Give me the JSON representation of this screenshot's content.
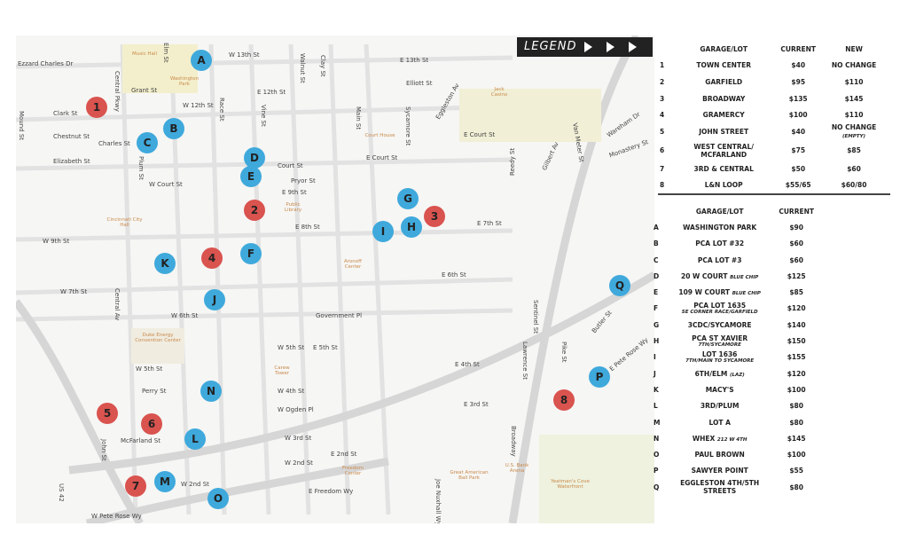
{
  "legend": {
    "title": "LEGEND"
  },
  "numbered_table": {
    "headers": [
      "GARAGE/LOT",
      "CURRENT",
      "NEW"
    ],
    "rows": [
      {
        "id": "1",
        "name": "TOWN CENTER",
        "note": "",
        "current": "$40",
        "new": "NO CHANGE",
        "new_note": ""
      },
      {
        "id": "2",
        "name": "GARFIELD",
        "note": "",
        "current": "$95",
        "new": "$110",
        "new_note": ""
      },
      {
        "id": "3",
        "name": "BROADWAY",
        "note": "",
        "current": "$135",
        "new": "$145",
        "new_note": ""
      },
      {
        "id": "4",
        "name": "GRAMERCY",
        "note": "",
        "current": "$100",
        "new": "$110",
        "new_note": ""
      },
      {
        "id": "5",
        "name": "JOHN STREET",
        "note": "",
        "current": "$40",
        "new": "NO CHANGE",
        "new_note": "(EMPTY)"
      },
      {
        "id": "6",
        "name": "WEST CENTRAL/ MCFARLAND",
        "note": "",
        "current": "$75",
        "new": "$85",
        "new_note": ""
      },
      {
        "id": "7",
        "name": "3RD & CENTRAL",
        "note": "",
        "current": "$50",
        "new": "$60",
        "new_note": ""
      },
      {
        "id": "8",
        "name": "L&N LOOP",
        "note": "",
        "current": "$55/65",
        "new": "$60/80",
        "new_note": ""
      }
    ]
  },
  "lettered_table": {
    "headers": [
      "GARAGE/LOT",
      "CURRENT"
    ],
    "rows": [
      {
        "id": "A",
        "name": "WASHINGTON PARK",
        "note": "",
        "current": "$90"
      },
      {
        "id": "B",
        "name": "PCA LOT #32",
        "note": "",
        "current": "$60"
      },
      {
        "id": "C",
        "name": "PCA LOT #3",
        "note": "",
        "current": "$60"
      },
      {
        "id": "D",
        "name": "20 W COURT",
        "note": "BLUE CHIP",
        "current": "$125"
      },
      {
        "id": "E",
        "name": "109 W COURT",
        "note": "BLUE CHIP",
        "current": "$85"
      },
      {
        "id": "F",
        "name": "PCA LOT 1635",
        "note": "SE CORNER RACE/GARFIELD",
        "current": "$120"
      },
      {
        "id": "G",
        "name": "3CDC/SYCAMORE",
        "note": "",
        "current": "$140"
      },
      {
        "id": "H",
        "name": "PCA ST XAVIER",
        "note": "7TH/SYCAMORE",
        "current": "$150"
      },
      {
        "id": "I",
        "name": "LOT 1636",
        "note": "7TH/MAIN TO SYCAMORE",
        "current": "$155"
      },
      {
        "id": "J",
        "name": "6TH/ELM",
        "note": "(LAZ)",
        "current": "$120"
      },
      {
        "id": "K",
        "name": "MACY'S",
        "note": "",
        "current": "$100"
      },
      {
        "id": "L",
        "name": "3RD/PLUM",
        "note": "",
        "current": "$80"
      },
      {
        "id": "M",
        "name": "LOT A",
        "note": "",
        "current": "$80"
      },
      {
        "id": "N",
        "name": "WHEX",
        "note": "212 W 4TH",
        "current": "$145"
      },
      {
        "id": "O",
        "name": "PAUL BROWN",
        "note": "",
        "current": "$100"
      },
      {
        "id": "P",
        "name": "SAWYER POINT",
        "note": "",
        "current": "$55"
      },
      {
        "id": "Q",
        "name": "EGGLESTON 4TH/5TH STREETS",
        "note": "",
        "current": "$80"
      }
    ]
  },
  "colors": {
    "numbered_marker": "#d9534f",
    "lettered_marker": "#3fa9dc"
  },
  "streets": [
    "Ezzard Charles Dr",
    "W 13th St",
    "E 12th St",
    "W 12th St",
    "Grant St",
    "Clark St",
    "Chestnut St",
    "Charles St",
    "Elizabeth St",
    "W Court St",
    "E Court St",
    "Court St",
    "E 9th St",
    "E 8th St",
    "E 7th St",
    "W 9th St",
    "W 7th St",
    "W 6th St",
    "Government Pl",
    "E 6th St",
    "W 5th St",
    "E 5th St",
    "W 5th St",
    "W 4th St",
    "E 4th St",
    "W Ogden Pl",
    "Perry St",
    "McFarland St",
    "W 3rd St",
    "E 3rd St",
    "W 2nd St",
    "E 2nd St",
    "E Freedom Wy",
    "W 2nd St",
    "W Pete Rose Wy",
    "E Pete Rose Wy",
    "Elm St",
    "Race St",
    "Vine St",
    "Walnut St",
    "Main St",
    "Sycamore St",
    "Plum St",
    "Central Pkwy",
    "Central Av",
    "Mound St",
    "John St",
    "Gilbert Av",
    "Broadway",
    "Eggleston Av",
    "Wareham Dr",
    "Monastery St",
    "Van Meter St",
    "Elliott St",
    "Clay St",
    "E 13th St",
    "Reedy St",
    "Butler St",
    "Pike St",
    "Lawrence St",
    "US 42",
    "Joe Nuxhall Wy",
    "Sentinel St",
    "Pryor St"
  ],
  "pois": [
    "Music Hall",
    "Washington Park",
    "Cincinnati City Hall",
    "Public Library",
    "Court House",
    "Jack Casino",
    "Aronoff Center",
    "Duke Energy Convention Center",
    "Carew Tower",
    "Freedom Center",
    "Great American Ball Park",
    "U.S. Bank Arena",
    "Yeatman's Cove Waterfront"
  ]
}
